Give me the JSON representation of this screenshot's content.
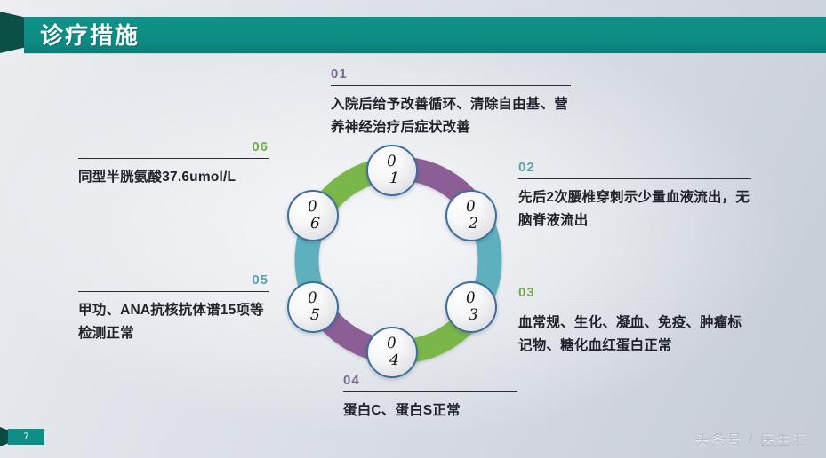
{
  "slide": {
    "title": "诊疗措施",
    "page_number": "7",
    "watermark": "头条号 / 医生汇",
    "colors": {
      "banner_teal": "#0d8e85",
      "banner_fold_dark": "#0c4f47",
      "segment_green": "#7ab648",
      "segment_purple": "#8b5f96",
      "segment_teal": "#5fb0bf",
      "node_border": "#3c6e9e",
      "body_text": "#22222c"
    }
  },
  "callouts": [
    {
      "id": "01",
      "number": "01",
      "number_color": "#7d6a95",
      "text": "入院后给予改善循环、清除自由基、营养神经治疗后症状改善",
      "align": "left"
    },
    {
      "id": "02",
      "number": "02",
      "number_color": "#5e9fae",
      "text": "先后2次腰椎穿刺示少量血液流出，无脑脊液流出",
      "align": "left"
    },
    {
      "id": "03",
      "number": "03",
      "number_color": "#76a94b",
      "text": "血常规、生化、凝血、免疫、肿瘤标记物、糖化血红蛋白正常",
      "align": "left"
    },
    {
      "id": "04",
      "number": "04",
      "number_color": "#7d6a95",
      "text": "蛋白C、蛋白S正常",
      "align": "left"
    },
    {
      "id": "05",
      "number": "05",
      "number_color": "#5e9fae",
      "text": "甲功、ANA抗核抗体谱15项等检测正常",
      "align": "right"
    },
    {
      "id": "06",
      "number": "06",
      "number_color": "#76a94b",
      "text": "同型半胱氨酸37.6umol/L",
      "align": "right"
    }
  ],
  "diagram": {
    "type": "donut-cycle",
    "node_count": 6,
    "nodes": [
      {
        "id": "01",
        "digit_top": "0",
        "digit_bottom": "1"
      },
      {
        "id": "02",
        "digit_top": "0",
        "digit_bottom": "2"
      },
      {
        "id": "03",
        "digit_top": "0",
        "digit_bottom": "3"
      },
      {
        "id": "04",
        "digit_top": "0",
        "digit_bottom": "4"
      },
      {
        "id": "05",
        "digit_top": "0",
        "digit_bottom": "5"
      },
      {
        "id": "06",
        "digit_top": "0",
        "digit_bottom": "6"
      }
    ],
    "segments": [
      {
        "from": "06",
        "to": "01",
        "color": "#7ab648"
      },
      {
        "from": "01",
        "to": "02",
        "color": "#8b5f96"
      },
      {
        "from": "02",
        "to": "03",
        "color": "#5fb0bf"
      },
      {
        "from": "03",
        "to": "04",
        "color": "#7ab648"
      },
      {
        "from": "04",
        "to": "05",
        "color": "#8b5f96"
      },
      {
        "from": "05",
        "to": "06",
        "color": "#5fb0bf"
      }
    ]
  }
}
